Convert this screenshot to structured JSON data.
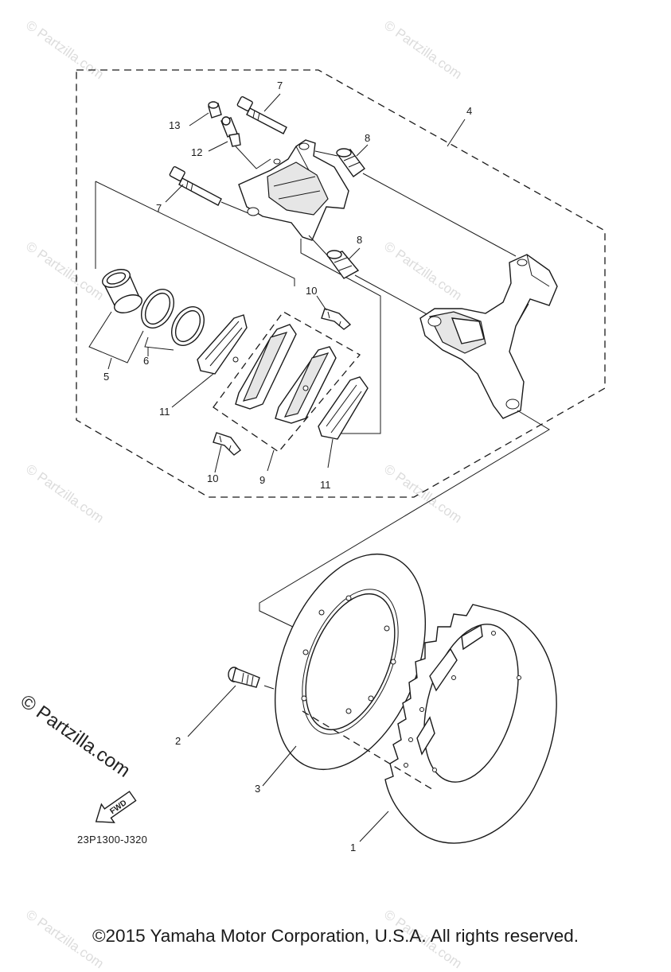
{
  "diagram": {
    "callouts": [
      "13",
      "12",
      "7",
      "7",
      "4",
      "8",
      "8",
      "10",
      "10",
      "5",
      "6",
      "11",
      "11",
      "9",
      "2",
      "3",
      "1"
    ],
    "fwd_arrow_label": "FWD",
    "figure_code": "23P1300-J320",
    "watermark_main": "© Partzilla.com",
    "watermark_small": "© Partzilla.com",
    "copyright": "©2015 Yamaha Motor Corporation, U.S.A. All rights reserved."
  }
}
